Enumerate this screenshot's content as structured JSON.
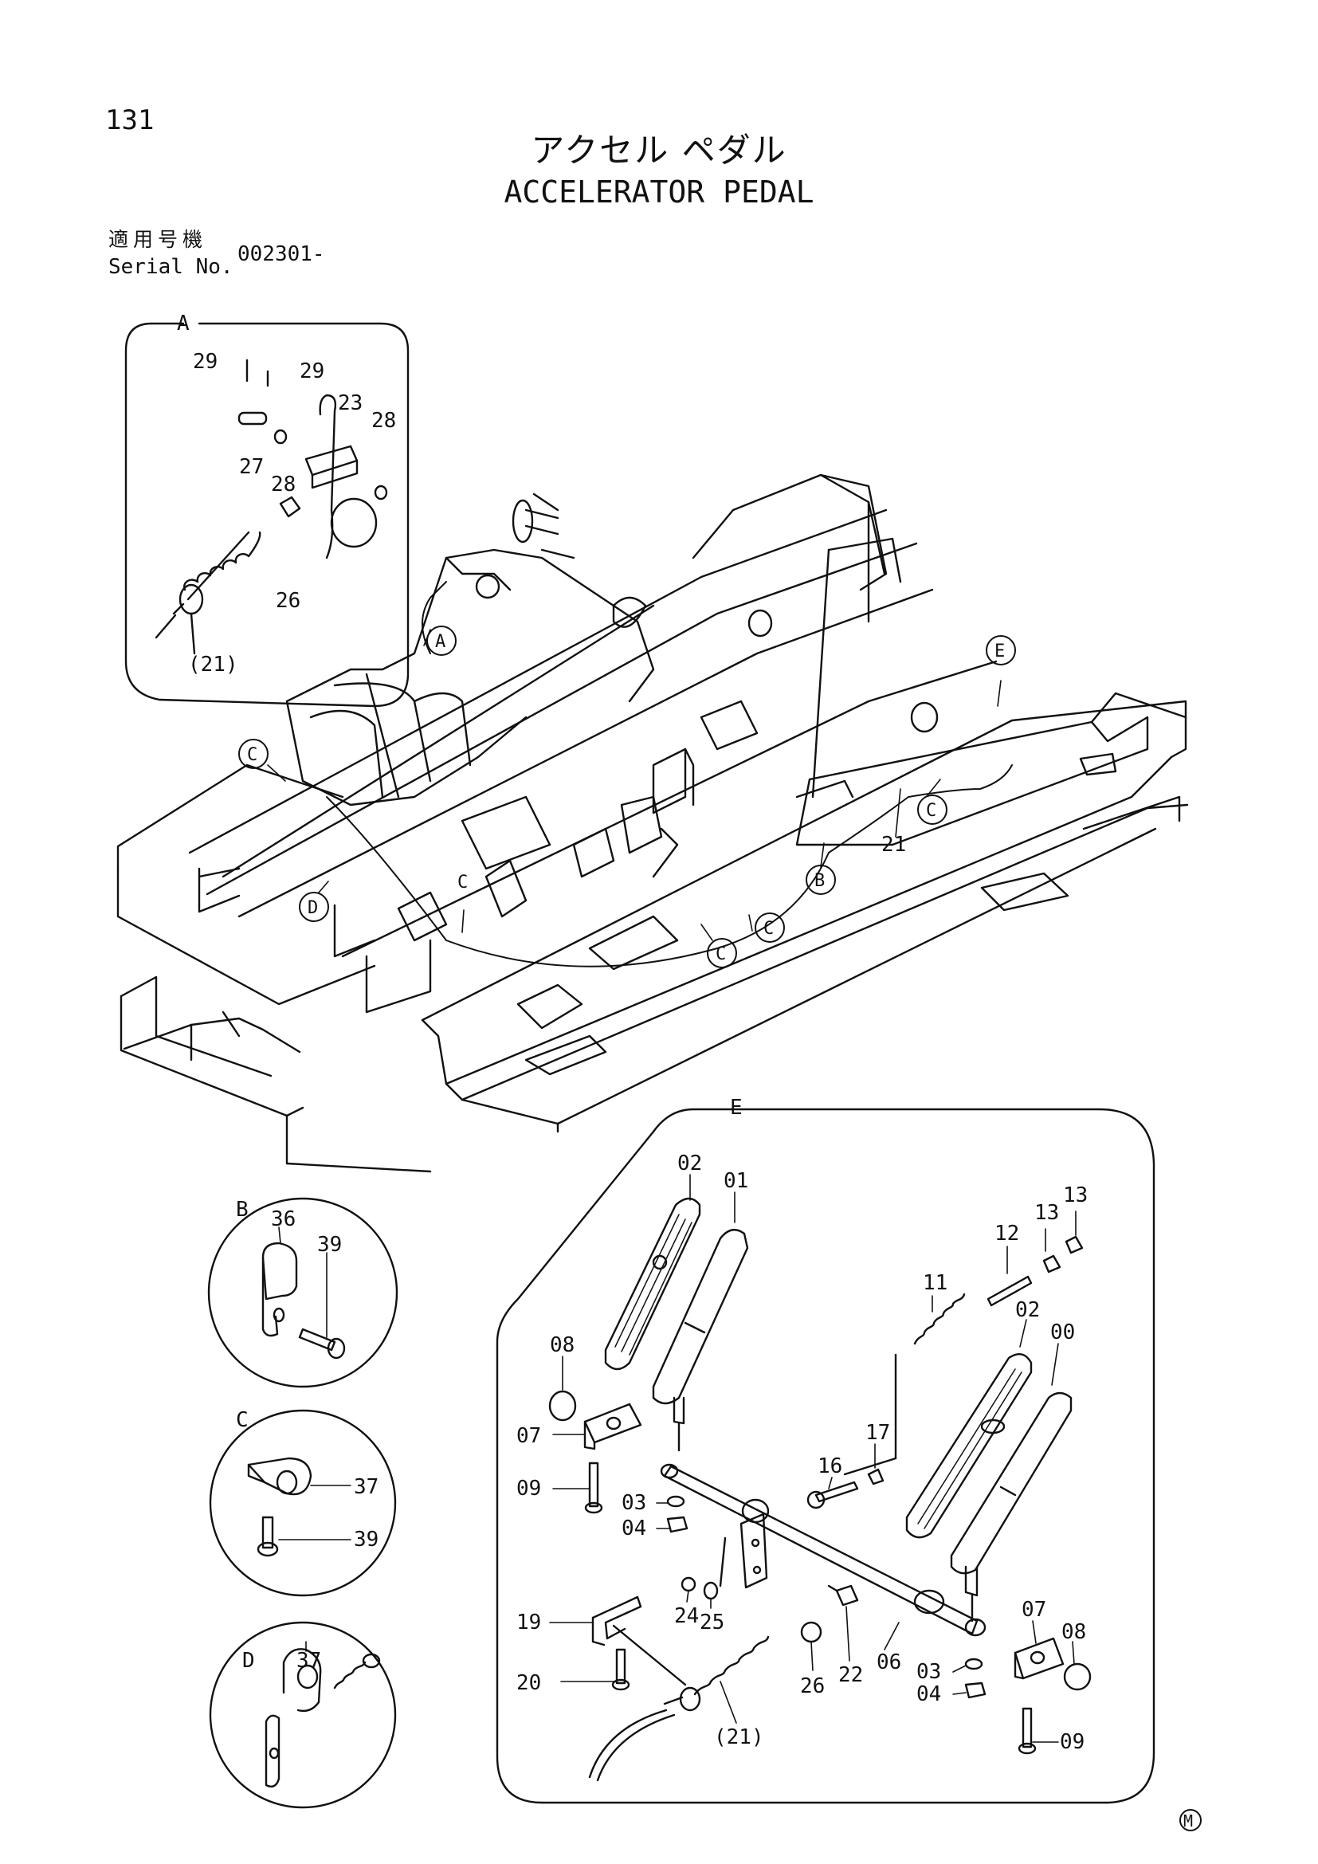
{
  "page_number": "131",
  "title_ja": "アクセル ペダル",
  "title_en": "ACCELERATOR PEDAL",
  "serial": {
    "label_ja": "適用号機",
    "label_en": "Serial No.",
    "value": "002301-"
  },
  "detail_letters": [
    "A",
    "B",
    "C",
    "D",
    "E"
  ],
  "detail_a": {
    "letter": "A",
    "parts": [
      "29",
      "29",
      "23",
      "28",
      "27",
      "28",
      "26",
      "(21)"
    ]
  },
  "detail_b": {
    "letter": "B",
    "parts": [
      "36",
      "39"
    ]
  },
  "detail_c": {
    "letter": "C",
    "parts": [
      "37",
      "39"
    ]
  },
  "detail_d": {
    "letter": "D",
    "parts": [
      "37"
    ]
  },
  "detail_e": {
    "letter": "E",
    "parts": [
      "02",
      "01",
      "13",
      "13",
      "12",
      "11",
      "02",
      "00",
      "08",
      "07",
      "09",
      "03",
      "04",
      "16",
      "17",
      "19",
      "24",
      "25",
      "20",
      "26",
      "22",
      "06",
      "07",
      "08",
      "03",
      "04",
      "(21)",
      "09"
    ]
  },
  "main_callouts": [
    "A",
    "C",
    "C",
    "D",
    "C",
    "C",
    "B",
    "E",
    "C"
  ],
  "main_part_label": "21",
  "corner_mark": "M"
}
